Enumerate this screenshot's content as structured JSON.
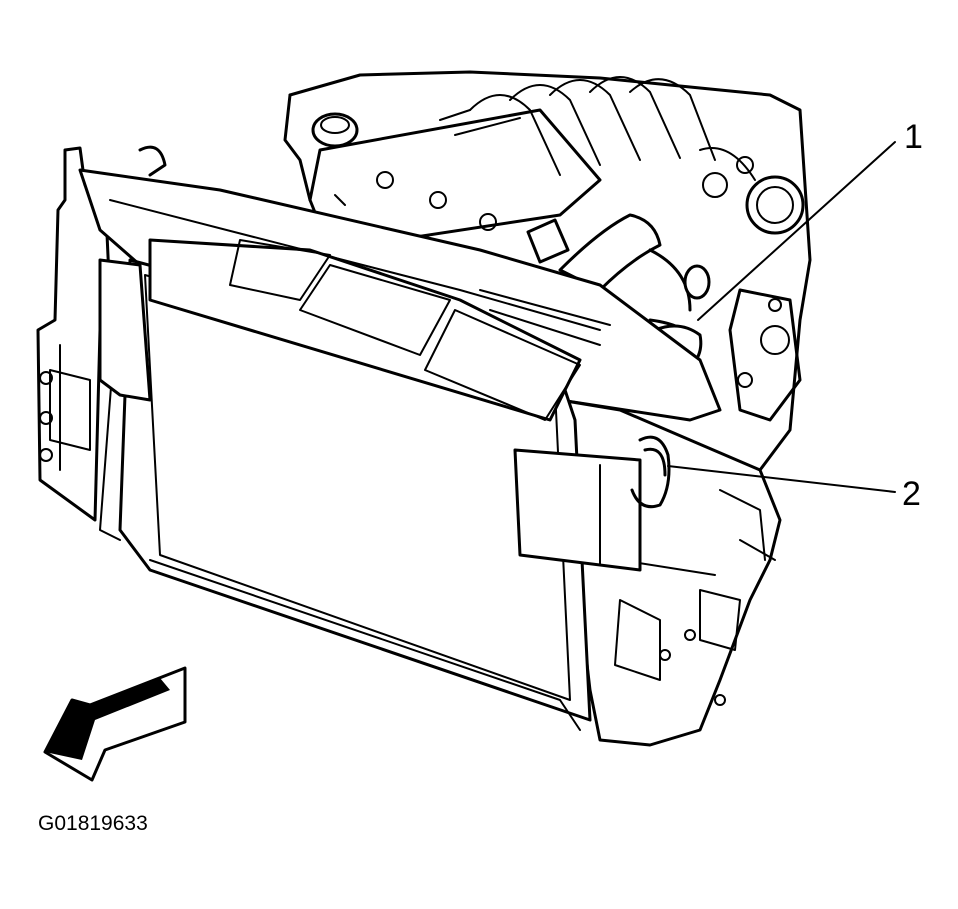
{
  "callouts": [
    {
      "label": "1",
      "target": "coolant-hose-fitting"
    },
    {
      "label": "2",
      "target": "hose-clamp"
    }
  ],
  "figure_id": "G01819633",
  "direction_arrow": "front-arrow-icon"
}
